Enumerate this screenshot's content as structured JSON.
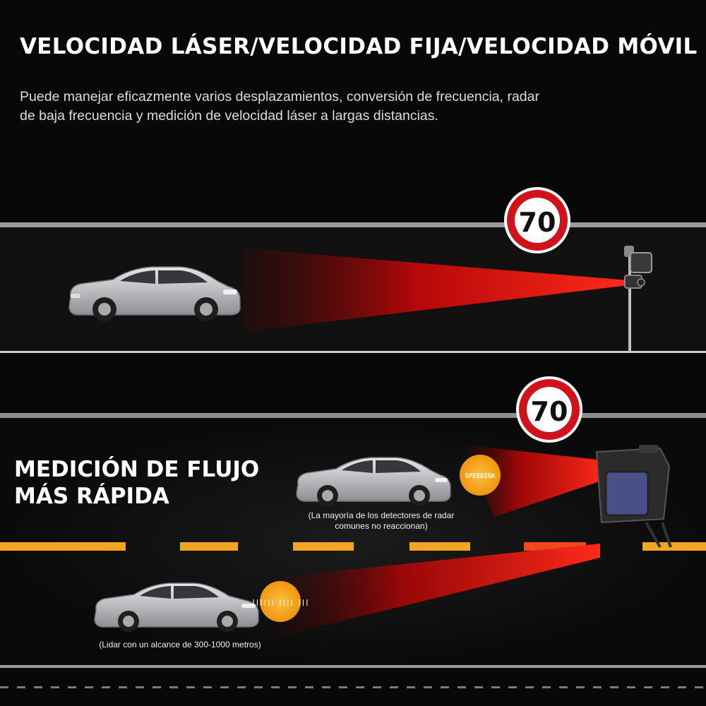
{
  "title": "VELOCIDAD LÁSER/VELOCIDAD FIJA/VELOCIDAD MÓVIL",
  "description": "Puede manejar eficazmente varios desplazamientos, conversión de frecuencia, radar de baja frecuencia y medición de velocidad láser a largas distancias.",
  "heading_line1": "MEDICIÓN DE FLUJO",
  "heading_line2": "MÁS RÁPIDA",
  "speed_sign_top": "70",
  "speed_sign_bottom": "70",
  "badge_upper": "SPEEDINK",
  "badge_lower": "|||||| |||| |||",
  "caption_radar_line1": "(La mayoría de los detectores de radar",
  "caption_radar_line2": "comunes no reaccionan)",
  "caption_lidar": "(Lidar con un alcance de 300-1000 metros)",
  "colors": {
    "background": "#080808",
    "road": "#141414",
    "lane_line": "#9a9a9a",
    "center_dash": "#f2a521",
    "beam_red": "#e01010",
    "sign_red": "#d0121b",
    "badge_orange": "#f5a216",
    "car_silver": "#c9c9cc"
  },
  "icons": [
    "sedan-car-icon",
    "speed-camera-icon",
    "speed-limit-sign-icon",
    "radar-detector-icon"
  ]
}
